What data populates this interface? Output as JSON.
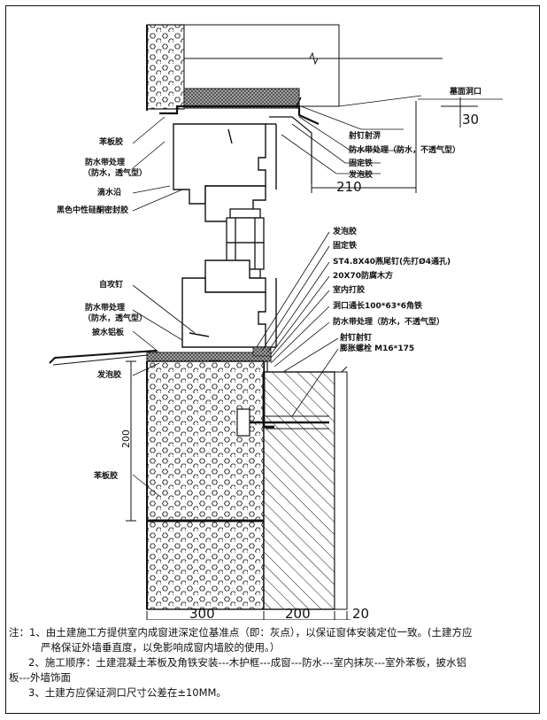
{
  "labels": {
    "opening_top": "墓面洞口",
    "dim_30": "30",
    "nail_seal": "射钉射淠",
    "waterproof_tape_r1": "防水带处理（防水，不透气型）",
    "fixing_iron_1": "固定铁",
    "foam_glue_1": "发泡胶",
    "dim_210": "210",
    "styrofoam_glue_top": "苯板胶",
    "waterproof_tape_l1": "防水带处理",
    "waterproof_tape_l1b": "（防水，透气型）",
    "drip_groove": "滴水沿",
    "black_sealant": "黑色中性硅酮密封胶",
    "foam_glue_2": "发泡胶",
    "fixing_iron_2": "固定铁",
    "screw_nail": "ST4.8X40燕尾钉(先打Ø4通孔)",
    "wood_square": "20X70防腐木方",
    "indoor_glue": "室内打胶",
    "angle_iron": "洞口通长100*63*6角铁",
    "waterproof_tape_r2": "防水带处理（防水，不透气型）",
    "nail_seal_2": "射钉射钉",
    "expansion_bolt": "膨胀螺栓 M16*175",
    "self_tap_nail": "自攻钉",
    "waterproof_tape_l2": "防水带处理",
    "waterproof_tape_l2b": "（防水，透气型）",
    "sill_flashing": "披水铝板",
    "foam_glue_3": "发泡胶",
    "styrofoam_glue_bottom": "苯板胶",
    "dim_vertical": "200",
    "dim_300": "300",
    "dim_200": "200",
    "dim_20": "20"
  },
  "notes": {
    "n1a": "注：1、由土建施工方提供室内成窗进深定位基准点（即：灰点），以保证窗体安装定位一致。(土建方应",
    "n1b": "严格保证外墙垂直度，以免影响成窗内墙胶的使用。）",
    "n2a": "2、施工顺序：土建混凝土苯板及角铁安装---木护框---成窗---防水---室内抹灰---室外苯板，披水铝",
    "n2b": "板---外墙饰面",
    "n3": "3、土建方应保证洞口尺寸公差在±10MM。"
  },
  "colors": {
    "line": "#111111",
    "background": "#ffffff"
  }
}
